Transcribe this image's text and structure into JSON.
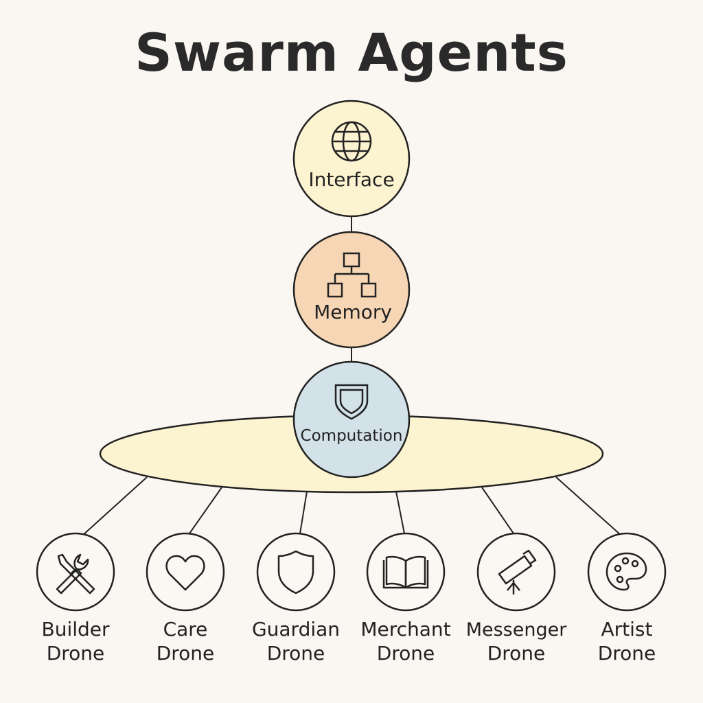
{
  "title": "Swarm Agents",
  "layers": [
    {
      "label": "Interface",
      "icon": "globe-icon",
      "fill": "#fcf3d0"
    },
    {
      "label": "Memory",
      "icon": "hierarchy-icon",
      "fill": "#f6d6b5"
    },
    {
      "label": "Computation",
      "icon": "shield-crest-icon",
      "fill": "#d3e2e8"
    }
  ],
  "platform_fill": "#fcf3d0",
  "drones": [
    {
      "line1": "Builder",
      "line2": "Drone",
      "icon": "tools-icon"
    },
    {
      "line1": "Care",
      "line2": "Drone",
      "icon": "heart-icon"
    },
    {
      "line1": "Guardian",
      "line2": "Drone",
      "icon": "shield-icon"
    },
    {
      "line1": "Merchant",
      "line2": "Drone",
      "icon": "book-icon"
    },
    {
      "line1": "Messenger",
      "line2": "Drone",
      "icon": "telescope-icon"
    },
    {
      "line1": "Artist",
      "line2": "Drone",
      "icon": "palette-icon"
    }
  ]
}
